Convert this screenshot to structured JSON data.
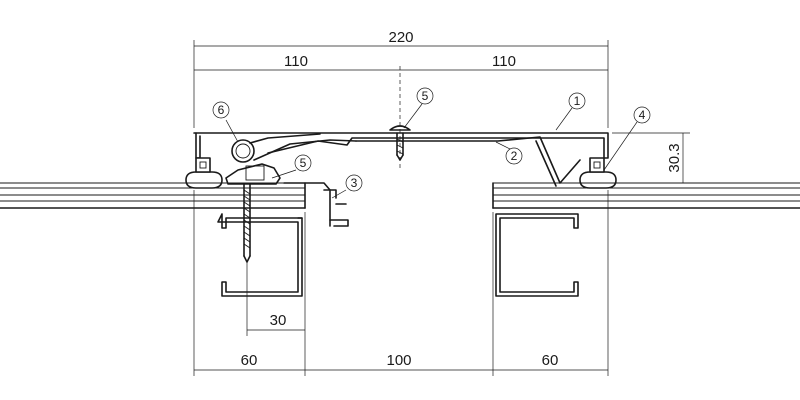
{
  "dimensions": {
    "overall": "220",
    "left_half": "110",
    "right_half": "110",
    "height": "30.3",
    "screw_offset": "30",
    "bottom_left": "60",
    "bottom_gap": "100",
    "bottom_right": "60"
  },
  "callouts": [
    "1",
    "2",
    "3",
    "4",
    "5",
    "5",
    "6"
  ]
}
